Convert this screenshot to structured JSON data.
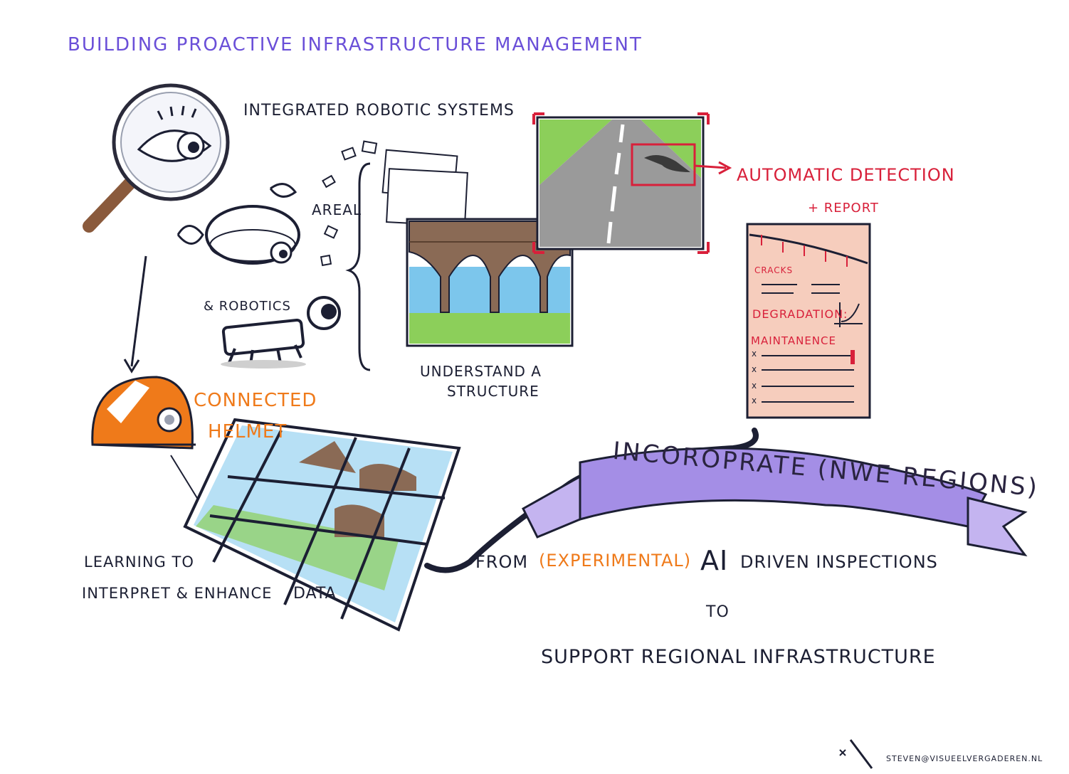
{
  "title": "BUILDING PROACTIVE INFRASTRUCTURE MANAGEMENT",
  "labels": {
    "integrated_robotic_systems": "INTEGRATED ROBOTIC SYSTEMS",
    "areal": "AREAL",
    "robotics": "& ROBOTICS",
    "understand_line1": "UNDERSTAND A",
    "understand_line2": "STRUCTURE",
    "automatic_detection": "AUTOMATIC DETECTION",
    "report": "+ REPORT",
    "connected_line1": "CONNECTED",
    "connected_line2": "HELMET",
    "learning_line1": "LEARNING TO",
    "learning_line2": "INTERPRET & ENHANCE",
    "data": "DATA"
  },
  "report_card": {
    "cracks": "CRACKS",
    "degradation": "DEGRADATION:",
    "maintenance": "MAINTANENCE",
    "item_mark": "x"
  },
  "banner": "INCOROPRATE (NWE REGIONS)",
  "conclusion": {
    "from": "FROM",
    "experimental": "(EXPERIMENTAL)",
    "ai": "AI",
    "driven": "DRIVEN INSPECTIONS",
    "to": "TO",
    "support": "SUPPORT REGIONAL INFRASTRUCTURE"
  },
  "signature": "STEVEN@VISUEELVERGADEREN.NL",
  "colors": {
    "title": "#6a4fd8",
    "ink": "#1c1f33",
    "detection_red": "#d8203a",
    "helmet_orange": "#ef7a1a",
    "banner_purple": "#a48ee6",
    "grass_green": "#8ccf5a",
    "water_blue": "#7cc6ec",
    "road_grey": "#9a9a9a",
    "report_peach": "#f6cdbd"
  }
}
